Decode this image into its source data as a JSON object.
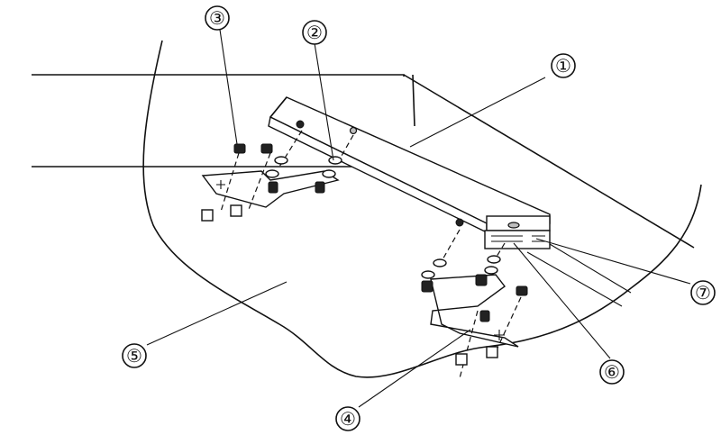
{
  "callouts": [
    {
      "id": "callout-1",
      "label": "①"
    },
    {
      "id": "callout-2",
      "label": "②"
    },
    {
      "id": "callout-3",
      "label": "③"
    },
    {
      "id": "callout-4",
      "label": "④"
    },
    {
      "id": "callout-5",
      "label": "⑤"
    },
    {
      "id": "callout-6",
      "label": "⑥"
    },
    {
      "id": "callout-7",
      "label": "⑦"
    }
  ]
}
